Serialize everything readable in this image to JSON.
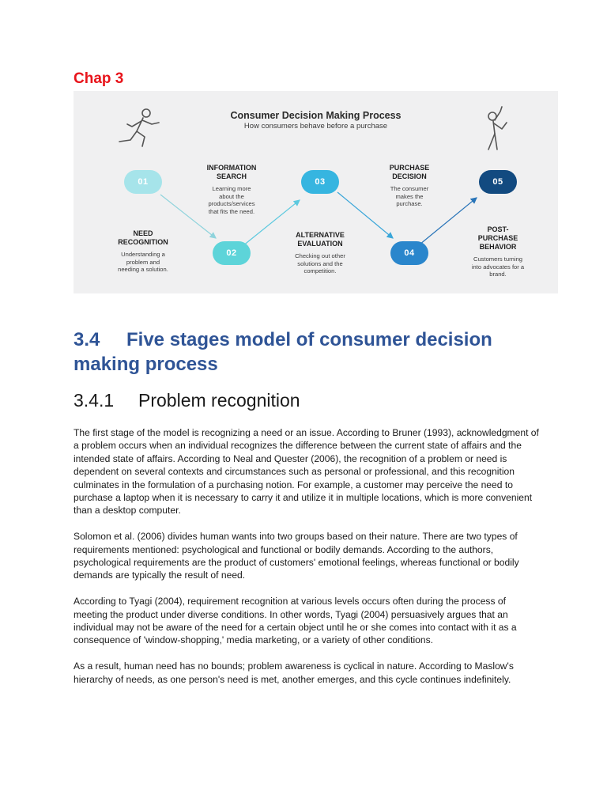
{
  "chapter_title": "Chap 3",
  "diagram": {
    "title": "Consumer Decision Making Process",
    "subtitle": "How consumers behave before a purchase",
    "stages": [
      {
        "num": "01",
        "name_lines": [
          "NEED",
          "RECOGNITION"
        ],
        "desc_lines": [
          "Understanding a",
          "problem and",
          "needing a solution."
        ],
        "color": "#a6e4ea"
      },
      {
        "num": "02",
        "name_lines": [
          "INFORMATION",
          "SEARCH"
        ],
        "desc_lines": [
          "Learning more",
          "about the",
          "products/services",
          "that fits the need."
        ],
        "color": "#5dd4d9"
      },
      {
        "num": "03",
        "name_lines": [
          "ALTERNATIVE",
          "EVALUATION"
        ],
        "desc_lines": [
          "Checking out other",
          "solutions and the",
          "competition."
        ],
        "color": "#36b5e0"
      },
      {
        "num": "04",
        "name_lines": [
          "PURCHASE",
          "DECISION"
        ],
        "desc_lines": [
          "The consumer",
          "makes the",
          "purchase."
        ],
        "color": "#2a86cc"
      },
      {
        "num": "05",
        "name_lines": [
          "POST-",
          "PURCHASE",
          "BEHAVIOR"
        ],
        "desc_lines": [
          "Customers turning",
          "into advocates for a",
          "brand."
        ],
        "color": "#124a80"
      }
    ],
    "icons": [
      "running-person-icon",
      "celebrating-person-icon"
    ]
  },
  "section": {
    "number": "3.4",
    "title": "Five stages model of consumer decision making process"
  },
  "subsection": {
    "number": "3.4.1",
    "title": "Problem recognition"
  },
  "paragraphs": [
    "The first stage of the model is recognizing a need or an issue. According to Bruner (1993), acknowledgment of a problem occurs when an individual recognizes the difference between the current state of affairs and the intended state of affairs. According to Neal and Quester (2006), the recognition of a problem or need is dependent on several contexts and circumstances such as personal or professional, and this recognition culminates in the formulation of a purchasing notion. For example, a customer may perceive the need to purchase a laptop when it is necessary to carry it and utilize it in multiple locations, which is more convenient than a desktop computer.",
    "Solomon et al. (2006) divides human wants into two groups based on their nature. There are two types of requirements mentioned: psychological and functional or bodily demands. According to the authors, psychological requirements are the product of customers' emotional feelings, whereas functional or bodily demands are typically the result of need.",
    "According to Tyagi (2004), requirement recognition at various levels occurs often during the process of meeting the product under diverse conditions. In other words, Tyagi (2004) persuasively argues that an individual may not be aware of the need for a certain object until he or she comes into contact with it as a consequence of 'window-shopping,' media marketing, or a variety of other conditions.",
    "As a result, human need has no bounds; problem awareness is cyclical in nature. According to Maslow's hierarchy of needs, as one person's need is met, another emerges, and this cycle continues indefinitely."
  ]
}
